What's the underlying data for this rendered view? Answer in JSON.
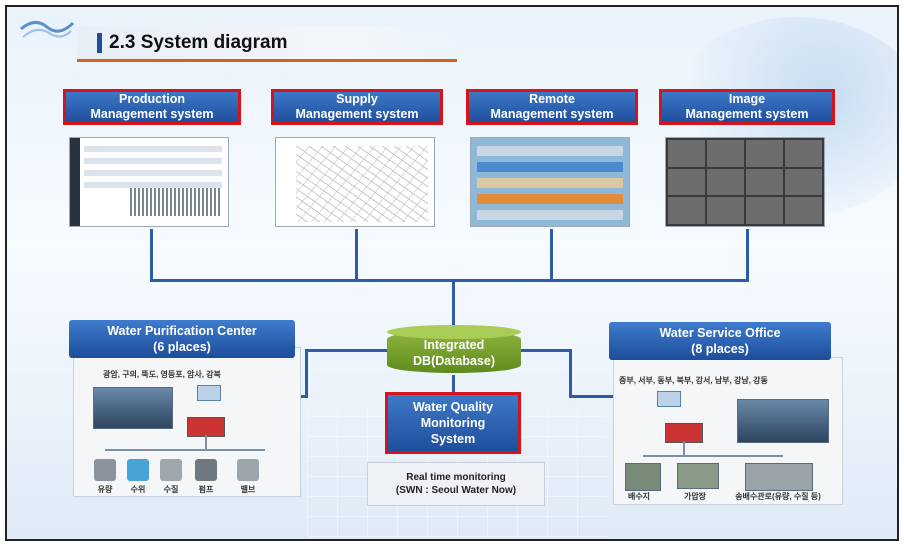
{
  "title": "2.3 System diagram",
  "systems": [
    {
      "line1": "Production",
      "line2": "Management system"
    },
    {
      "line1": "Supply",
      "line2": "Management system"
    },
    {
      "line1": "Remote",
      "line2": "Management system"
    },
    {
      "line1": "Image",
      "line2": "Management system"
    }
  ],
  "database": {
    "line1": "Integrated",
    "line2": "DB(Database)"
  },
  "water_quality": {
    "line1": "Water Quality",
    "line2": "Monitoring",
    "line3": "System"
  },
  "realtime": {
    "line1": "Real time monitoring",
    "line2": "(SWN : Seoul Water Now)"
  },
  "purification": {
    "line1": "Water Purification Center",
    "line2": "(6 places)",
    "places": "광암, 구의, 뚝도, 영등포, 암사, 강북",
    "devices": [
      "유량",
      "수위",
      "수질",
      "펌프",
      "밸브"
    ]
  },
  "service": {
    "line1": "Water Service Office",
    "line2": "(8 places)",
    "places": "중부, 서부, 동부, 북부, 강서, 남부, 강남, 강동",
    "devices": [
      "배수지",
      "가압장",
      "송배수관로(유량, 수질 등)"
    ]
  },
  "colors": {
    "accent_blue": "#1f4f9c",
    "highlight_red": "#d6141b",
    "db_green": "#6f9a2a",
    "title_orange": "#d2621e"
  }
}
